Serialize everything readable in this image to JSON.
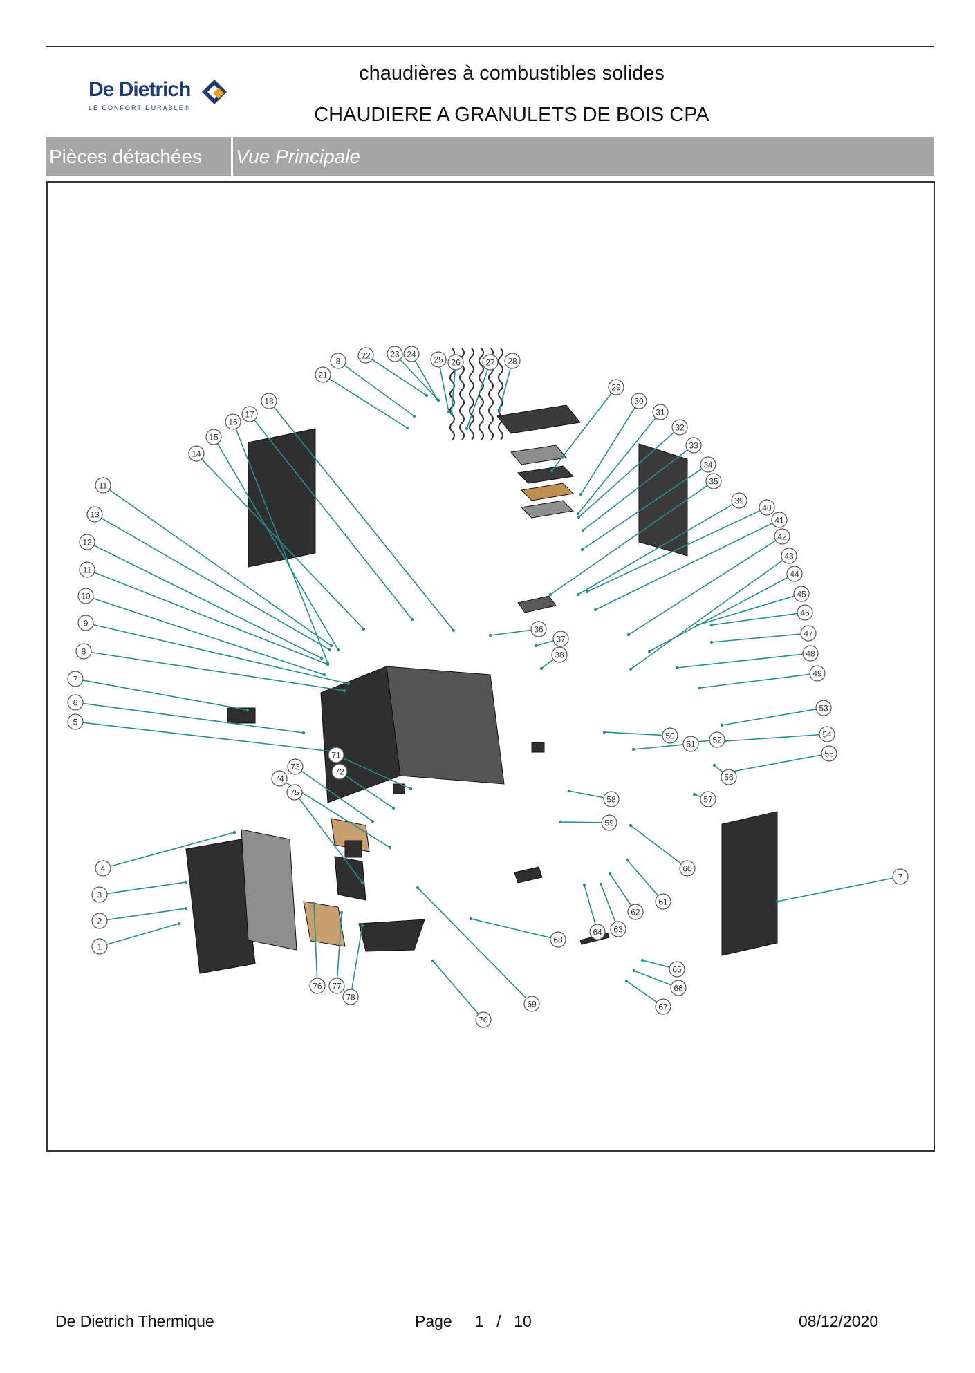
{
  "brand": {
    "name": "De Dietrich",
    "tagline": "LE CONFORT DURABLE®"
  },
  "header": {
    "line1": "chaudières à combustibles solides",
    "line2": "CHAUDIERE A GRANULETS DE BOIS CPA"
  },
  "section": {
    "left": "Pièces détachées",
    "right": "Vue Principale"
  },
  "diagram": {
    "callouts": [
      "1",
      "2",
      "3",
      "4",
      "5",
      "6",
      "7",
      "8",
      "9",
      "10",
      "11",
      "12",
      "13",
      "11",
      "14",
      "15",
      "16",
      "17",
      "18",
      "21",
      "8",
      "22",
      "23",
      "24",
      "25",
      "26",
      "27",
      "28",
      "29",
      "30",
      "31",
      "32",
      "33",
      "34",
      "35",
      "39",
      "40",
      "41",
      "42",
      "43",
      "44",
      "45",
      "46",
      "47",
      "48",
      "49",
      "53",
      "54",
      "55",
      "36",
      "37",
      "38",
      "50",
      "51",
      "52",
      "56",
      "57",
      "58",
      "59",
      "60",
      "61",
      "62",
      "63",
      "64",
      "65",
      "66",
      "67",
      "68",
      "69",
      "70",
      "71",
      "72",
      "73",
      "74",
      "75",
      "76",
      "77",
      "78",
      "7"
    ]
  },
  "footer": {
    "company": "De Dietrich Thermique",
    "page_label": "Page",
    "page_current": "1",
    "page_sep": "/",
    "page_total": "10",
    "date": "08/12/2020"
  },
  "colors": {
    "leader": "#2a8c8c",
    "panel": "#2f2f2f",
    "brand": "#1f3b75",
    "bar": "#a6a6a6"
  }
}
